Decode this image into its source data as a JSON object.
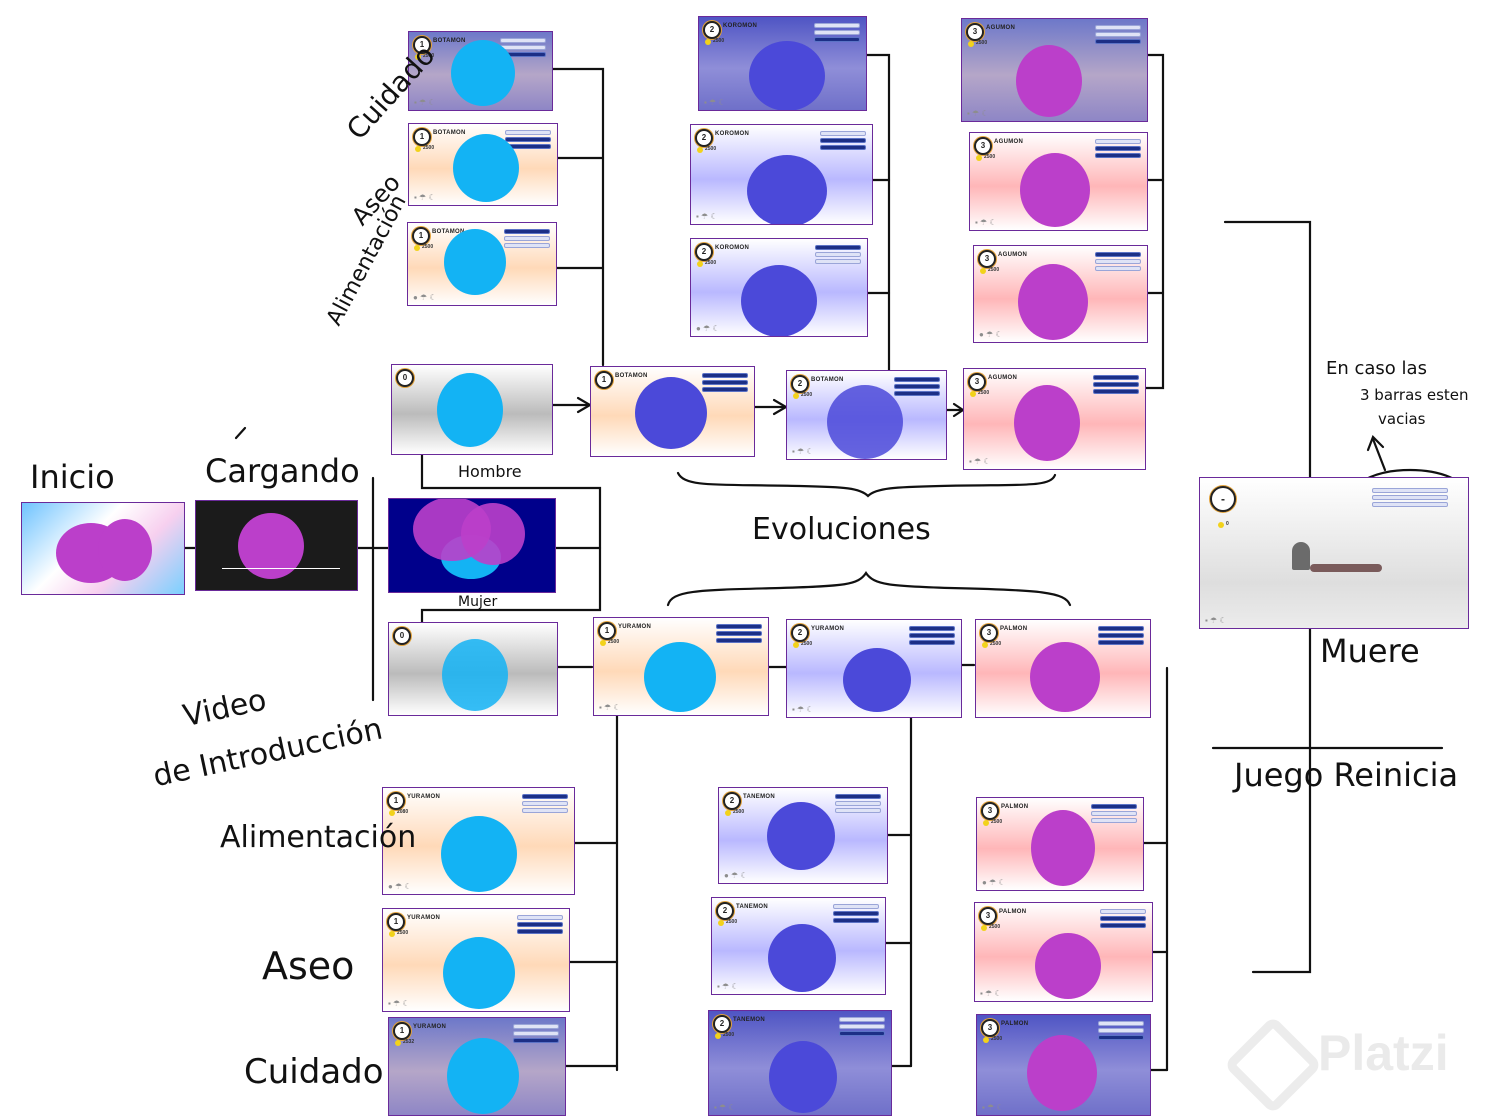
{
  "labels": {
    "inicio": "Inicio",
    "cargando": "Cargando",
    "hombre": "Hombre",
    "mujer": "Mujer",
    "video_line1": "Video",
    "video_line2": "de Introducción",
    "evoluciones": "Evoluciones",
    "cuidado_top": "Cuidado",
    "aseo_top": "Aseo",
    "alimentacion_top": "Alimentación",
    "alimentacion_bottom": "Alimentación",
    "aseo_bottom": "Aseo",
    "cuidado_bottom": "Cuidado",
    "note_line1": "En caso las",
    "note_line2": "3 barras esten",
    "note_line3": "vacias",
    "muere": "Muere",
    "juego_reinicia": "Juego Reinicia"
  },
  "watermark": "Platzi",
  "colors": {
    "cyan_blob": "#13b3f4",
    "indigo_blob": "#4b49d9",
    "magenta_blob": "#bb3fca",
    "card_border": "#6a2a9a",
    "bar_fill": "#1c2f86"
  },
  "cards": {
    "botamon_cuidado": {
      "level": "1",
      "name": "BOTAMON",
      "gold": "2500"
    },
    "botamon_aseo": {
      "level": "1",
      "name": "BOTAMON",
      "gold": "2500"
    },
    "botamon_alimentacion": {
      "level": "1",
      "name": "BOTAMON",
      "gold": "2500"
    },
    "koromon_cuidado": {
      "level": "2",
      "name": "KOROMON",
      "gold": "2500"
    },
    "koromon_aseo": {
      "level": "2",
      "name": "KOROMON",
      "gold": "2500"
    },
    "koromon_alimentacion": {
      "level": "2",
      "name": "KOROMON",
      "gold": "2500"
    },
    "agumon_cuidado": {
      "level": "3",
      "name": "AGUMON",
      "gold": "2500"
    },
    "agumon_aseo": {
      "level": "3",
      "name": "AGUMON",
      "gold": "2500"
    },
    "agumon_alimentacion": {
      "level": "3",
      "name": "AGUMON",
      "gold": "2500"
    },
    "egg_hombre": {
      "level": "0"
    },
    "botamon_main": {
      "level": "1",
      "name": "BOTAMON"
    },
    "botamon_evo": {
      "level": "2",
      "name": "BOTAMON",
      "gold": "2500"
    },
    "agumon_main": {
      "level": "3",
      "name": "AGUMON",
      "gold": "2500"
    },
    "egg_mujer": {
      "level": "0"
    },
    "yuramon_main": {
      "level": "1",
      "name": "YURAMON",
      "gold": "2500"
    },
    "yuramon_evo": {
      "level": "2",
      "name": "YURAMON",
      "gold": "2500"
    },
    "palmon_main": {
      "level": "3",
      "name": "PALMON",
      "gold": "2500"
    },
    "yuramon_alimentacion": {
      "level": "1",
      "name": "YURAMON",
      "gold": "2080"
    },
    "yuramon_aseo": {
      "level": "1",
      "name": "YURAMON",
      "gold": "2500"
    },
    "yuramon_cuidado": {
      "level": "1",
      "name": "YURAMON",
      "gold": "2532"
    },
    "tanemon_alimentacion": {
      "level": "2",
      "name": "TANEMON",
      "gold": "2500"
    },
    "tanemon_aseo": {
      "level": "2",
      "name": "TANEMON",
      "gold": "2500"
    },
    "tanemon_cuidado": {
      "level": "2",
      "name": "TANEMON",
      "gold": "2500"
    },
    "palmon_alimentacion": {
      "level": "3",
      "name": "PALMON",
      "gold": "2500"
    },
    "palmon_aseo": {
      "level": "3",
      "name": "PALMON",
      "gold": "2500"
    },
    "palmon_cuidado": {
      "level": "3",
      "name": "PALMON",
      "gold": "2500"
    },
    "dead": {
      "level": "-",
      "gold": "0"
    }
  }
}
